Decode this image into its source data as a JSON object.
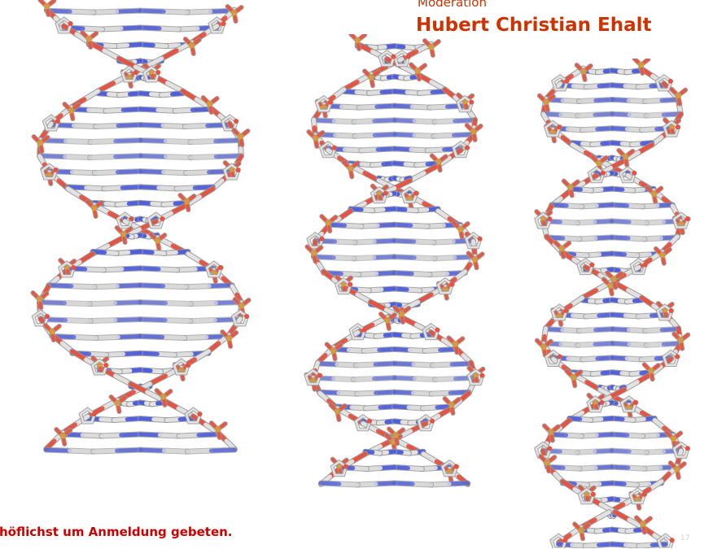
{
  "header": {
    "moderation_label": "Moderation",
    "moderator_name": "Hubert Christian Ehalt"
  },
  "footer": {
    "note": "höflichst um Anmeldung gebeten.",
    "page_number": "17"
  },
  "illustration": {
    "colors": {
      "backbone": "#e6e6e6",
      "backbone_edge": "#9a9a9a",
      "oxygen": "#e8513f",
      "phosphorus": "#f39a16",
      "nitrogen": "#4c5ce0"
    },
    "molecules": [
      "nucleic-acid-helix",
      "nucleic-acid-helix",
      "nucleic-acid-helix"
    ]
  }
}
